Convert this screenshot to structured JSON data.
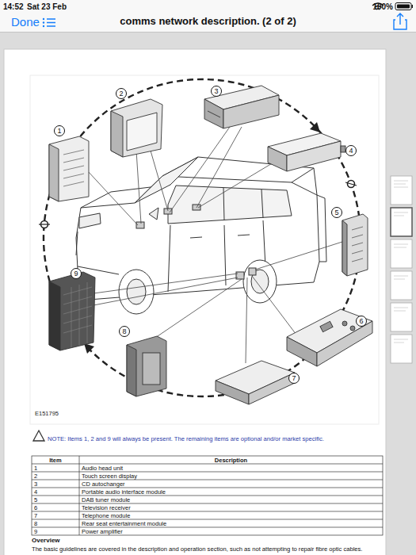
{
  "diagram": {
    "title": "comms network description. (2 of 2)",
    "nodes": [
      {
        "text": [
          "1"
        ]
      },
      {
        "text": [
          "2"
        ]
      },
      {
        "text": [
          "3"
        ]
      },
      {
        "text": [
          "4"
        ]
      },
      {
        "text": [
          "5"
        ]
      },
      {
        "text": [
          "6"
        ]
      },
      {
        "text": [
          "7"
        ]
      },
      {
        "text": [
          "8"
        ]
      },
      {
        "text": [
          "9"
        ]
      }
    ],
    "labels": [
      "14:52",
      "Sat 23 Feb",
      "100%",
      "Done",
      "E151795",
      "NOTE: Items 1, 2 and 9 will always be present. The remaining items are optional and/or market specific.",
      "Item",
      "Description",
      "1",
      "Audio head unit",
      "2",
      "Touch screen display",
      "3",
      "CD autochanger",
      "4",
      "Portable audio interface module",
      "5",
      "DAB tuner module",
      "6",
      "Television receiver",
      "7",
      "Telephone module",
      "8",
      "Rear seat entertainment module",
      "9",
      "Power amplifier",
      "Overview",
      "The basic guidelines are covered in the description and operation section, such as not attempting to repair fibre optic cables."
    ]
  }
}
